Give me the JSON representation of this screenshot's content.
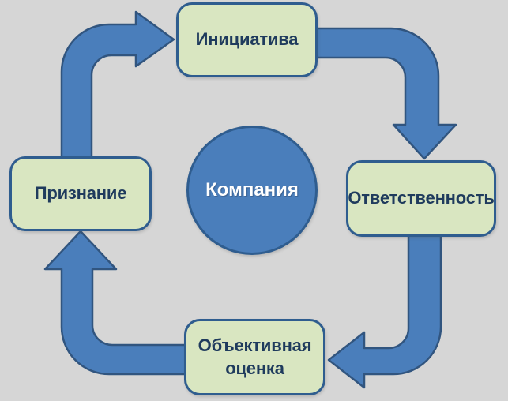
{
  "background_color": "#d6d6d6",
  "diagram": {
    "type": "cycle",
    "center": {
      "label": "Компания",
      "fill_color": "#4a7ebb",
      "border_color": "#2f5d8f",
      "text_color": "#ffffff"
    },
    "nodes": [
      {
        "id": "top",
        "label": "Инициатива"
      },
      {
        "id": "right",
        "label": "Ответственность"
      },
      {
        "id": "bottom",
        "label": "Объективная оценка"
      },
      {
        "id": "left",
        "label": "Признание"
      }
    ],
    "node_style": {
      "fill_color": "#d9e6c1",
      "border_color": "#2f5d8f",
      "text_color": "#1f3b5d"
    },
    "arrows": [
      {
        "from": "Признание",
        "to": "Инициатива"
      },
      {
        "from": "Инициатива",
        "to": "Ответственность"
      },
      {
        "from": "Ответственность",
        "to": "Объективная оценка"
      },
      {
        "from": "Объективная оценка",
        "to": "Признание"
      }
    ],
    "arrow_style": {
      "fill_color": "#4a7ebb",
      "border_color": "#31557f"
    }
  }
}
